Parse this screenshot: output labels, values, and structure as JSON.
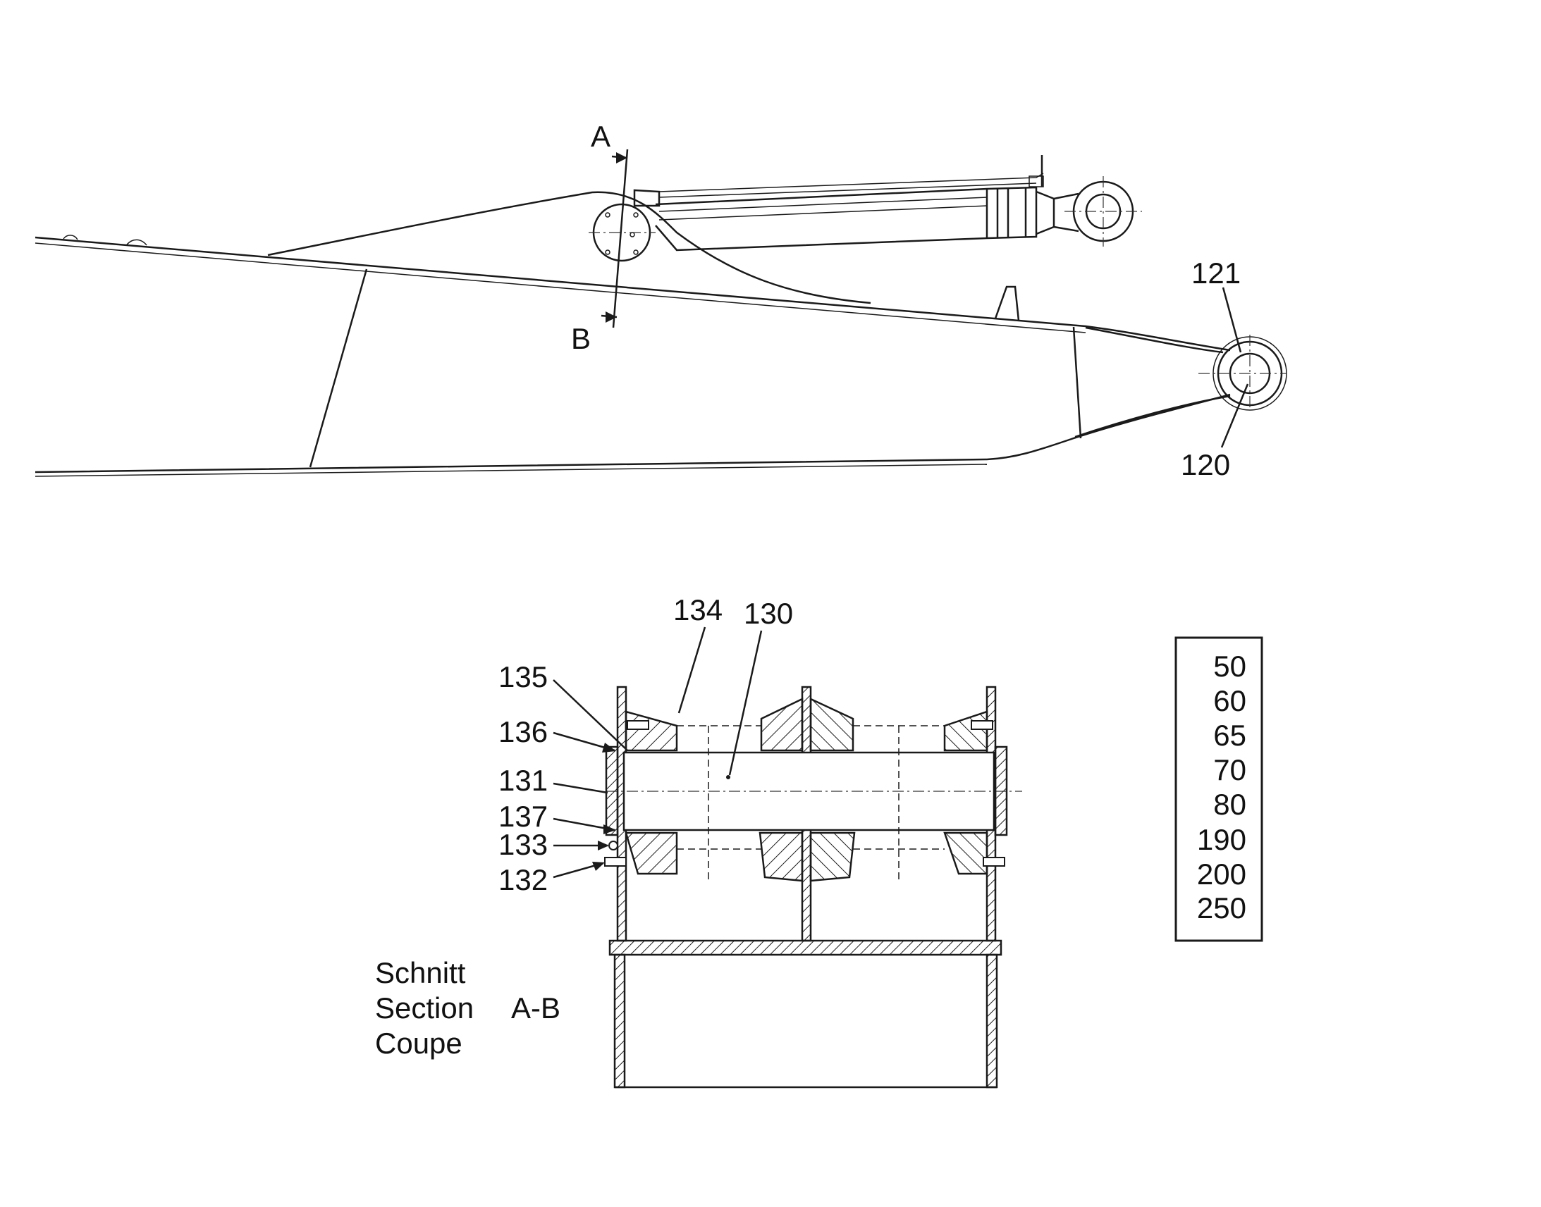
{
  "boom_view": {
    "section_marks": {
      "a": "A",
      "b": "B"
    },
    "callouts": [
      {
        "id": "121",
        "label": "121"
      },
      {
        "id": "120",
        "label": "120"
      }
    ]
  },
  "section_view": {
    "callouts": [
      {
        "id": "134",
        "label": "134"
      },
      {
        "id": "130",
        "label": "130"
      },
      {
        "id": "135",
        "label": "135"
      },
      {
        "id": "136",
        "label": "136"
      },
      {
        "id": "131",
        "label": "131"
      },
      {
        "id": "137",
        "label": "137"
      },
      {
        "id": "133",
        "label": "133"
      },
      {
        "id": "132",
        "label": "132"
      }
    ],
    "caption": {
      "line1": "Schnitt",
      "line2": "Section",
      "line3": "Coupe",
      "section_id": "A-B"
    }
  },
  "reference_box": {
    "items": [
      "50",
      "60",
      "65",
      "70",
      "80",
      "190",
      "200",
      "250"
    ]
  }
}
